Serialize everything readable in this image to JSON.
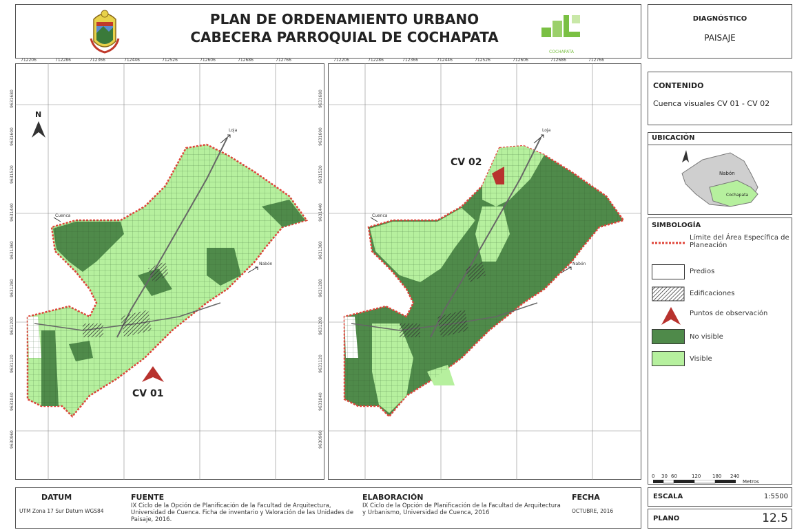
{
  "header": {
    "title_line1": "PLAN DE ORDENAMIENTO URBANO",
    "title_line2": "CABECERA PARROQUIAL DE COCHAPATA",
    "logo_caption": "COCHAPATA"
  },
  "side": {
    "diagnostico_label": "DIAGNÓSTICO",
    "diagnostico_value": "PAISAJE",
    "contenido_label": "CONTENIDO",
    "contenido_value": "Cuenca visuales CV 01 - CV 02",
    "ubicacion_label": "UBICACIÓN",
    "ubicacion_regions": [
      "Nabón",
      "Cochapata"
    ],
    "simbologia_label": "SIMBOLOGÍA",
    "legend": [
      {
        "label": "Límite del Área Específica de Planeación",
        "type": "boundary",
        "color": "#e0443a"
      },
      {
        "label": "Predios",
        "type": "box",
        "color": "#ffffff"
      },
      {
        "label": "Edificaciones",
        "type": "hatch",
        "color": "#555555"
      },
      {
        "label": "Puntos de observación",
        "type": "arrow",
        "color": "#b8322e"
      },
      {
        "label": "No visible",
        "type": "box",
        "color": "#4f8a4a"
      },
      {
        "label": "Visible",
        "type": "box",
        "color": "#b6f09e"
      }
    ],
    "scalebar_ticks": [
      "0",
      "30",
      "60",
      "120",
      "180",
      "240"
    ],
    "scalebar_unit": "Metros",
    "escala_label": "ESCALA",
    "escala_value": "1:5500",
    "plano_label": "PLANO",
    "plano_value": "12.5"
  },
  "maps": [
    {
      "label": "CV 01",
      "north": "N",
      "places": [
        "Loja",
        "Cuenca",
        "Nabón"
      ]
    },
    {
      "label": "CV 02",
      "places": [
        "Loja",
        "Cuenca",
        "Nabón"
      ]
    }
  ],
  "x_ticks": [
    "712206",
    "712286",
    "712366",
    "712446",
    "712526",
    "712606",
    "712686",
    "712766"
  ],
  "y_ticks": [
    "9631680",
    "9631600",
    "9631520",
    "9631440",
    "9631360",
    "9631280",
    "9631200",
    "9631120",
    "9631040",
    "9630960"
  ],
  "footer": {
    "datum_label": "DATUM",
    "datum_value": "UTM Zona 17 Sur Datum WGS84",
    "fuente_label": "FUENTE",
    "fuente_value": "IX Ciclo de la Opción de Planificación de la Facultad de Arquitectura, Universidad de Cuenca. Ficha de inventario y Valoración de las Unidades de Paisaje, 2016.",
    "elaboracion_label": "ELABORACIÓN",
    "elaboracion_value": "IX Ciclo de la Opción de Planificación de la Facultad de Arquitectura y Urbanismo, Universidad de Cuenca, 2016",
    "fecha_label": "FECHA",
    "fecha_value": "OCTUBRE, 2016"
  },
  "colors": {
    "visible": "#b6f09e",
    "no_visible": "#4f8a4a",
    "boundary": "#e0443a",
    "observation": "#b8322e",
    "logo_green": "#7ac043"
  }
}
